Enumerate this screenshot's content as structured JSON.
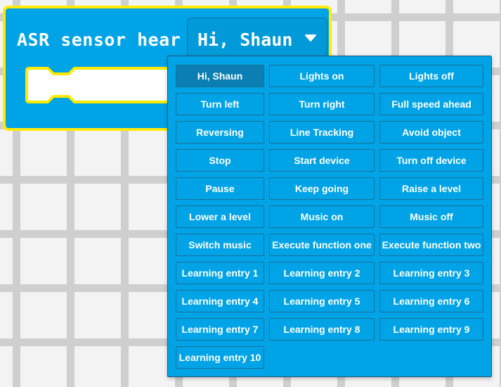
{
  "block": {
    "label": "ASR sensor hear",
    "dropdown_value": "Hi, Shaun",
    "dropdown_icon": "chevron-down-icon"
  },
  "colors": {
    "block": "#00a4e6",
    "block_border": "#ffea00",
    "menu_border": "#1c6f96",
    "menu_selected": "#0b7fb3",
    "workspace": "#f3f3f3"
  },
  "menu": {
    "selected_index": 0,
    "items": [
      "Hi, Shaun",
      "Lights on",
      "Lights off",
      "Turn left",
      "Turn right",
      "Full speed ahead",
      "Reversing",
      "Line Tracking",
      "Avoid object",
      "Stop",
      "Start device",
      "Turn off device",
      "Pause",
      "Keep going",
      "Raise a level",
      "Lower a level",
      "Music on",
      "Music off",
      "Switch music",
      "Execute function one",
      "Execute function two",
      "Learning entry 1",
      "Learning entry 2",
      "Learning entry 3",
      "Learning entry 4",
      "Learning entry 5",
      "Learning entry 6",
      "Learning entry 7",
      "Learning entry 8",
      "Learning entry 9",
      "Learning entry 10"
    ]
  }
}
